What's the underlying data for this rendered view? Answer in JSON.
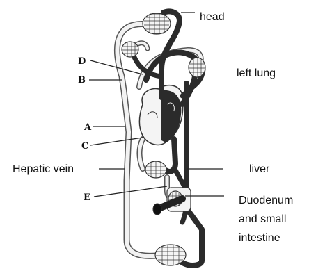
{
  "labels": {
    "D": "D",
    "B": "B",
    "A": "A",
    "C": "C",
    "E": "E",
    "head": "head",
    "left_lung": "left lung",
    "hepatic_vein": "Hepatic vein",
    "liver": "liver",
    "duodenum_line1": "Duodenum",
    "duodenum_line2": "and small",
    "duodenum_line3": "intestine"
  },
  "colors": {
    "oxygenated": "#f2f2f2",
    "deoxygenated": "#2b2b2b",
    "outline": "#555555"
  }
}
